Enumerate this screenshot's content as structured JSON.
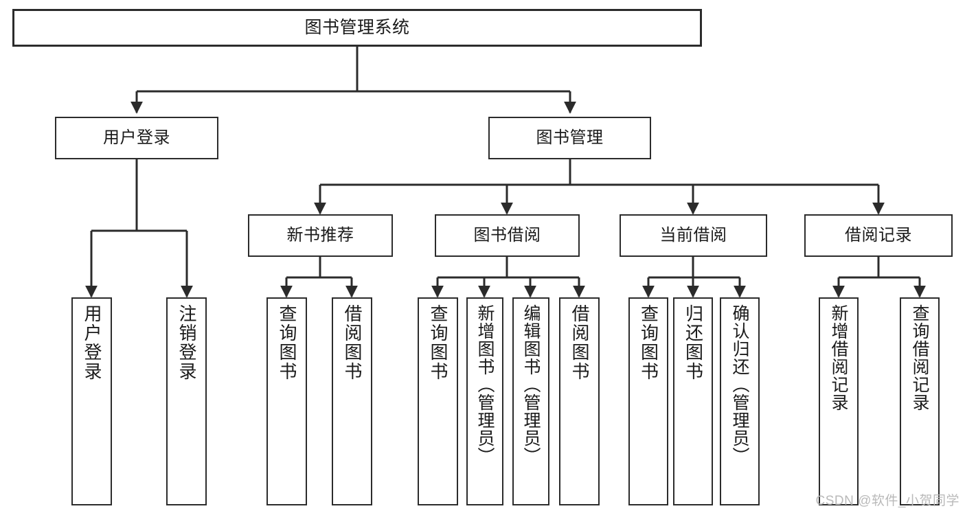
{
  "diagram": {
    "title": "图书管理系统",
    "watermark": "CSDN @软件_小贺同学",
    "levels": {
      "root": {
        "label": "图书管理系统"
      },
      "level2": [
        {
          "label": "用户登录"
        },
        {
          "label": "图书管理"
        }
      ],
      "level3": [
        {
          "label": "新书推荐"
        },
        {
          "label": "图书借阅"
        },
        {
          "label": "当前借阅"
        },
        {
          "label": "借阅记录"
        }
      ],
      "leaves": [
        {
          "label": "用户登录"
        },
        {
          "label": "注销登录"
        },
        {
          "label": "查询图书"
        },
        {
          "label": "借阅图书"
        },
        {
          "label": "查询图书"
        },
        {
          "label": "新增图书（管理员）"
        },
        {
          "label": "编辑图书（管理员）"
        },
        {
          "label": "借阅图书"
        },
        {
          "label": "查询图书"
        },
        {
          "label": "归还图书"
        },
        {
          "label": "确认归还（管理员）"
        },
        {
          "label": "新增借阅记录"
        },
        {
          "label": "查询借阅记录"
        }
      ]
    },
    "colors": {
      "stroke": "#2b2b2b",
      "background": "#ffffff",
      "text": "#1a1a1a",
      "watermark": "#b9b9b9"
    }
  },
  "chart_data": {
    "type": "diagram",
    "title": "图书管理系统",
    "structure": "tree",
    "nodes": [
      {
        "id": "root",
        "label": "图书管理系统",
        "level": 0,
        "parent": null
      },
      {
        "id": "n1",
        "label": "用户登录",
        "level": 1,
        "parent": "root"
      },
      {
        "id": "n2",
        "label": "图书管理",
        "level": 1,
        "parent": "root"
      },
      {
        "id": "n1a",
        "label": "用户登录",
        "level": 2,
        "parent": "n1"
      },
      {
        "id": "n1b",
        "label": "注销登录",
        "level": 2,
        "parent": "n1"
      },
      {
        "id": "n2a",
        "label": "新书推荐",
        "level": 2,
        "parent": "n2"
      },
      {
        "id": "n2b",
        "label": "图书借阅",
        "level": 2,
        "parent": "n2"
      },
      {
        "id": "n2c",
        "label": "当前借阅",
        "level": 2,
        "parent": "n2"
      },
      {
        "id": "n2d",
        "label": "借阅记录",
        "level": 2,
        "parent": "n2"
      },
      {
        "id": "n2a1",
        "label": "查询图书",
        "level": 3,
        "parent": "n2a"
      },
      {
        "id": "n2a2",
        "label": "借阅图书",
        "level": 3,
        "parent": "n2a"
      },
      {
        "id": "n2b1",
        "label": "查询图书",
        "level": 3,
        "parent": "n2b"
      },
      {
        "id": "n2b2",
        "label": "新增图书（管理员）",
        "level": 3,
        "parent": "n2b"
      },
      {
        "id": "n2b3",
        "label": "编辑图书（管理员）",
        "level": 3,
        "parent": "n2b"
      },
      {
        "id": "n2b4",
        "label": "借阅图书",
        "level": 3,
        "parent": "n2b"
      },
      {
        "id": "n2c1",
        "label": "查询图书",
        "level": 3,
        "parent": "n2c"
      },
      {
        "id": "n2c2",
        "label": "归还图书",
        "level": 3,
        "parent": "n2c"
      },
      {
        "id": "n2c3",
        "label": "确认归还（管理员）",
        "level": 3,
        "parent": "n2c"
      },
      {
        "id": "n2d1",
        "label": "新增借阅记录",
        "level": 3,
        "parent": "n2d"
      },
      {
        "id": "n2d2",
        "label": "查询借阅记录",
        "level": 3,
        "parent": "n2d"
      }
    ]
  }
}
